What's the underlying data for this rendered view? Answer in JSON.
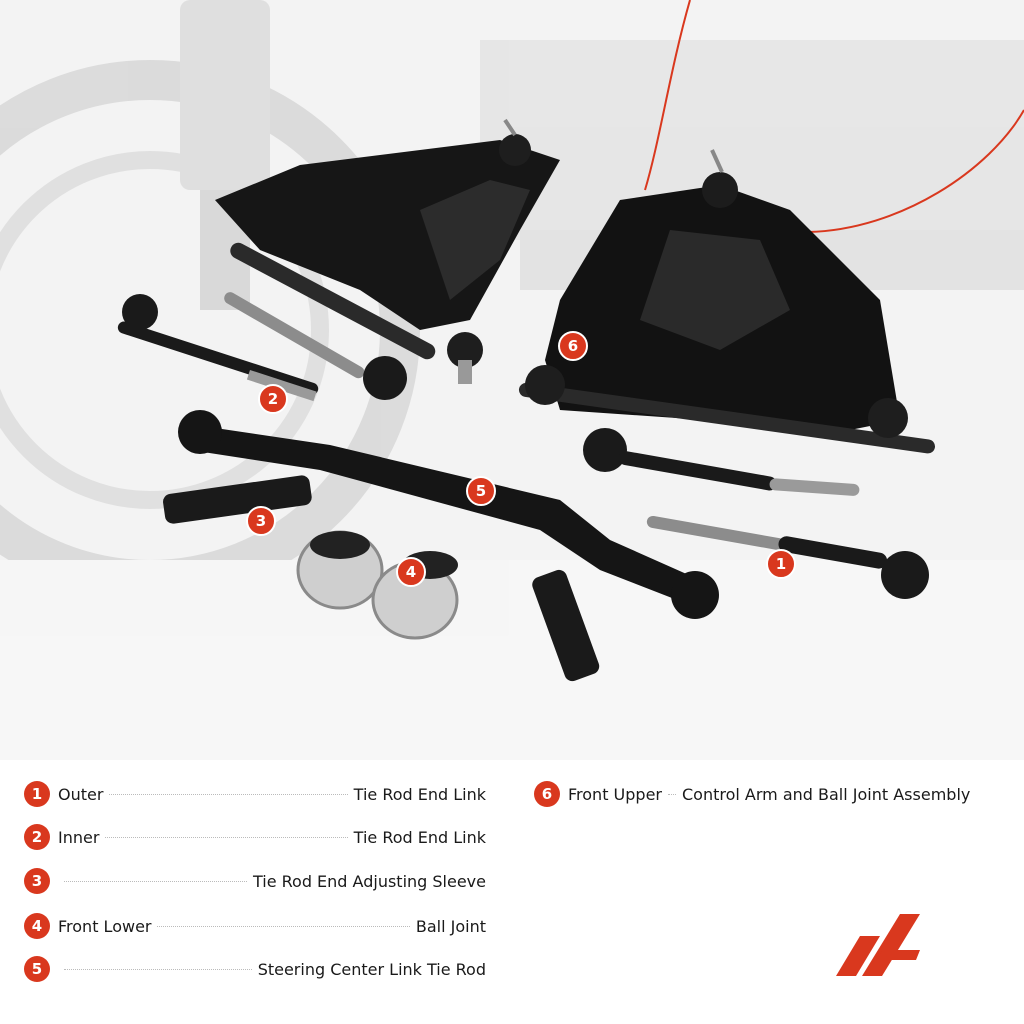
{
  "brand": {
    "accent": "#d9381e",
    "logo_icon": "ap-logo-icon"
  },
  "parts": [
    {
      "num": "1",
      "lead": "Outer",
      "tail": "Tie Rod End Link"
    },
    {
      "num": "2",
      "lead": "Inner",
      "tail": "Tie Rod End Link"
    },
    {
      "num": "3",
      "lead": "",
      "tail": "Tie Rod End Adjusting Sleeve"
    },
    {
      "num": "4",
      "lead": "Front Lower",
      "tail": "Ball Joint"
    },
    {
      "num": "5",
      "lead": "",
      "tail": "Steering Center Link Tie Rod"
    },
    {
      "num": "6",
      "lead": "Front Upper",
      "tail": "Control Arm and Ball Joint Assembly"
    }
  ]
}
